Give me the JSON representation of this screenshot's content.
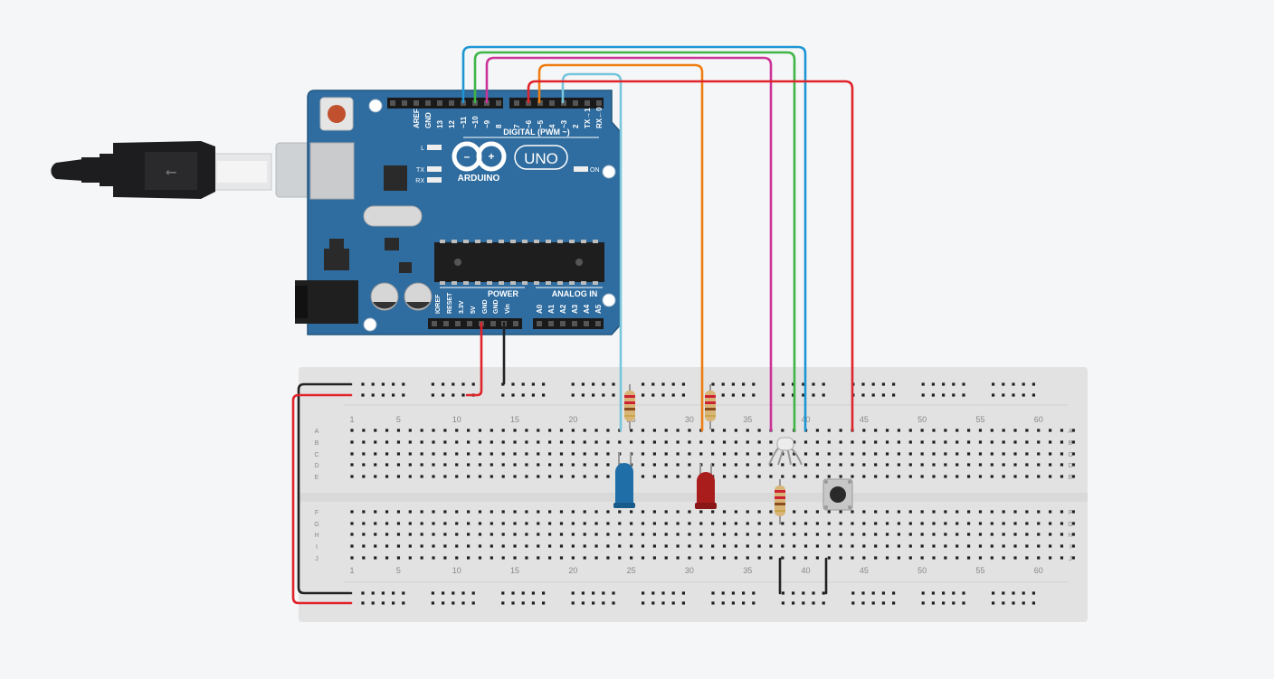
{
  "colors": {
    "background": "#f5f6f7",
    "board": "#2f6c9f",
    "breadboard": "#e2e2e2",
    "wire_red": "#e0242b",
    "wire_black": "#222222",
    "wire_orange": "#ee7d12",
    "wire_magenta": "#cc3399",
    "wire_green": "#3fb548",
    "wire_blue": "#1e96d4",
    "wire_lightblue": "#78c6dc"
  },
  "arduino": {
    "brand": "ARDUINO",
    "model": "UNO",
    "digital_header": "DIGITAL (PWM ~)",
    "power_header": "POWER",
    "analog_header": "ANALOG IN",
    "on_label": "ON",
    "l_label": "L",
    "tx_label": "TX",
    "rx_label": "RX",
    "digital_pins": [
      "AREF",
      "GND",
      "13",
      "12",
      "~11",
      "~10",
      "~9",
      "8",
      "7",
      "~6",
      "~5",
      "4",
      "~3",
      "2",
      "TX→1",
      "RX←0"
    ],
    "power_pins": [
      "IOREF",
      "RESET",
      "3.3V",
      "5V",
      "GND",
      "GND",
      "Vin"
    ],
    "analog_pins": [
      "A0",
      "A1",
      "A2",
      "A3",
      "A4",
      "A5"
    ]
  },
  "breadboard": {
    "column_numbers": [
      "1",
      "5",
      "10",
      "15",
      "20",
      "25",
      "30",
      "35",
      "40",
      "45",
      "50",
      "55",
      "60"
    ],
    "row_letters_top": [
      "A",
      "B",
      "C",
      "D",
      "E"
    ],
    "row_letters_bottom": [
      "F",
      "G",
      "H",
      "I",
      "J"
    ]
  },
  "components": {
    "led_blue": "blue-led",
    "led_red": "red-led",
    "rgb_led": "rgb-led",
    "push_button": "push-button",
    "resistors": 3
  }
}
